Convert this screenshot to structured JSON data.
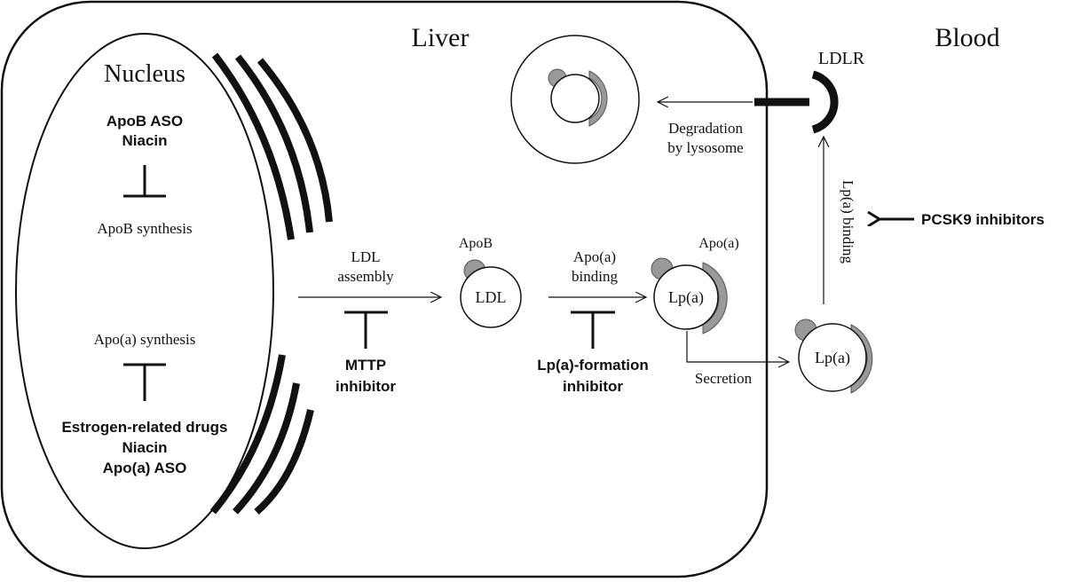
{
  "labels": {
    "liver": "Liver",
    "blood": "Blood",
    "nucleus": "Nucleus",
    "ldlr": "LDLR",
    "apob_aso": "ApoB ASO",
    "niacin_top": "Niacin",
    "apob_synthesis": "ApoB synthesis",
    "apoa_synthesis": "Apo(a) synthesis",
    "estrogen_drugs": "Estrogen-related drugs",
    "niacin_bottom": "Niacin",
    "apoa_aso": "Apo(a) ASO",
    "ldl_assembly_1": "LDL",
    "ldl_assembly_2": "assembly",
    "mttp_1": "MTTP",
    "mttp_2": "inhibitor",
    "apob": "ApoB",
    "ldl": "LDL",
    "apoa_binding_1": "Apo(a)",
    "apoa_binding_2": "binding",
    "apoa": "Apo(a)",
    "lpa_inside": "Lp(a)",
    "lpa_formation_1": "Lp(a)-formation",
    "lpa_formation_2": "inhibitor",
    "secretion": "Secretion",
    "lpa_blood": "Lp(a)",
    "degradation_1": "Degradation",
    "degradation_2": "by lysosome",
    "lpa_binding": "Lp(a) binding",
    "pcsk9": "PCSK9 inhibitors"
  },
  "colors": {
    "line": "#111111",
    "particle_fill": "#ffffff",
    "apo_cap": "#999999"
  }
}
